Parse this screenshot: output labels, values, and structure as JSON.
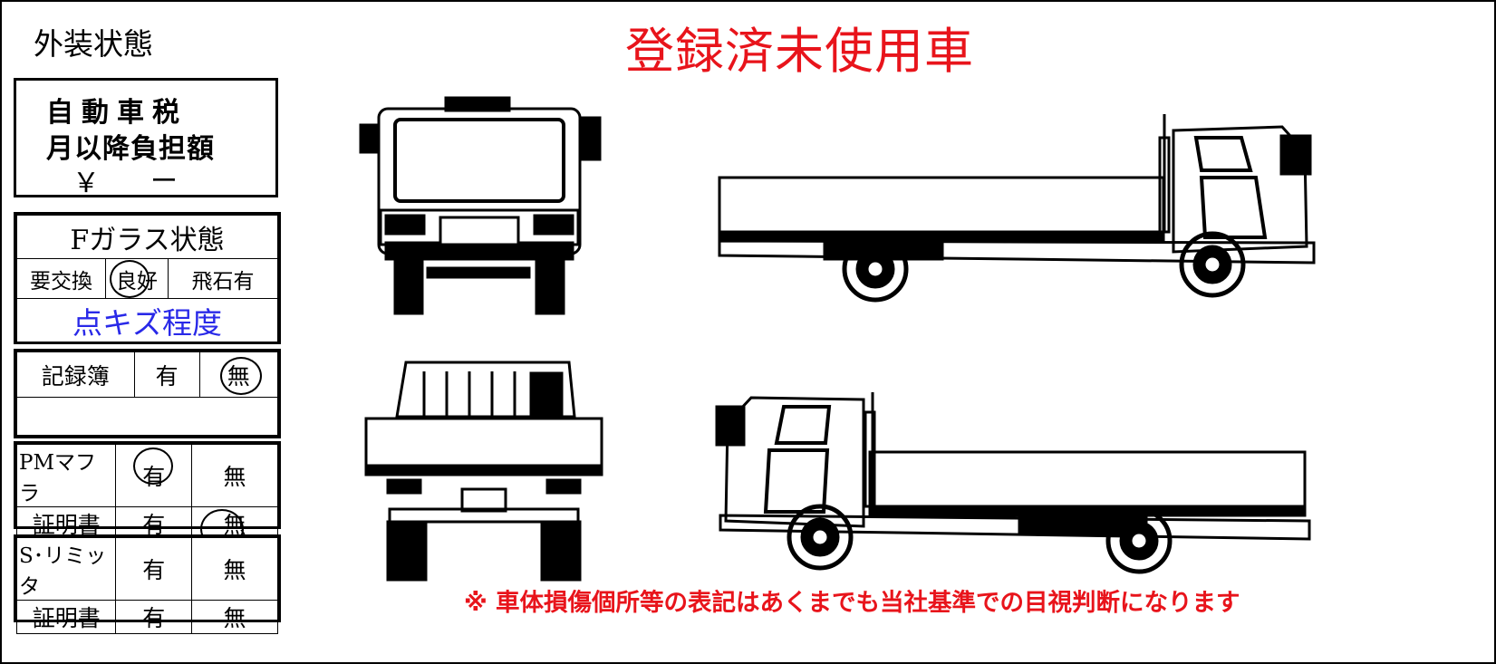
{
  "header": {
    "section_label": "外装状態",
    "main_title": "登録済未使用車"
  },
  "tax_box": {
    "line1": "自動車税",
    "line2": "月以降負担額",
    "yen": "￥",
    "amount": "ー"
  },
  "glass": {
    "title": "Fガラス状態",
    "options": [
      "要交換",
      "良好",
      "飛石有"
    ],
    "selected": "良好",
    "note": "点キズ程度"
  },
  "record_book": {
    "label": "記録簿",
    "yes": "有",
    "no": "無",
    "selected": "無"
  },
  "pm_muffler": {
    "rows": [
      {
        "label": "PMマフラ",
        "yes": "有",
        "no": "無",
        "selected": "有"
      },
      {
        "label": "証明書",
        "yes": "有",
        "no": "無",
        "selected": "無"
      }
    ]
  },
  "speed_limiter": {
    "rows": [
      {
        "label": "S･リミッタ",
        "yes": "有",
        "no": "無",
        "selected": ""
      },
      {
        "label": "証明書",
        "yes": "有",
        "no": "無",
        "selected": ""
      }
    ]
  },
  "notice": "※ 車体損傷個所等の表記はあくまでも当社基準での目視判断になります",
  "diagram_views": [
    "front-view",
    "left-side-view",
    "rear-view",
    "right-side-view"
  ],
  "colors": {
    "title_red": "#e8141b",
    "note_blue": "#2929e8"
  }
}
